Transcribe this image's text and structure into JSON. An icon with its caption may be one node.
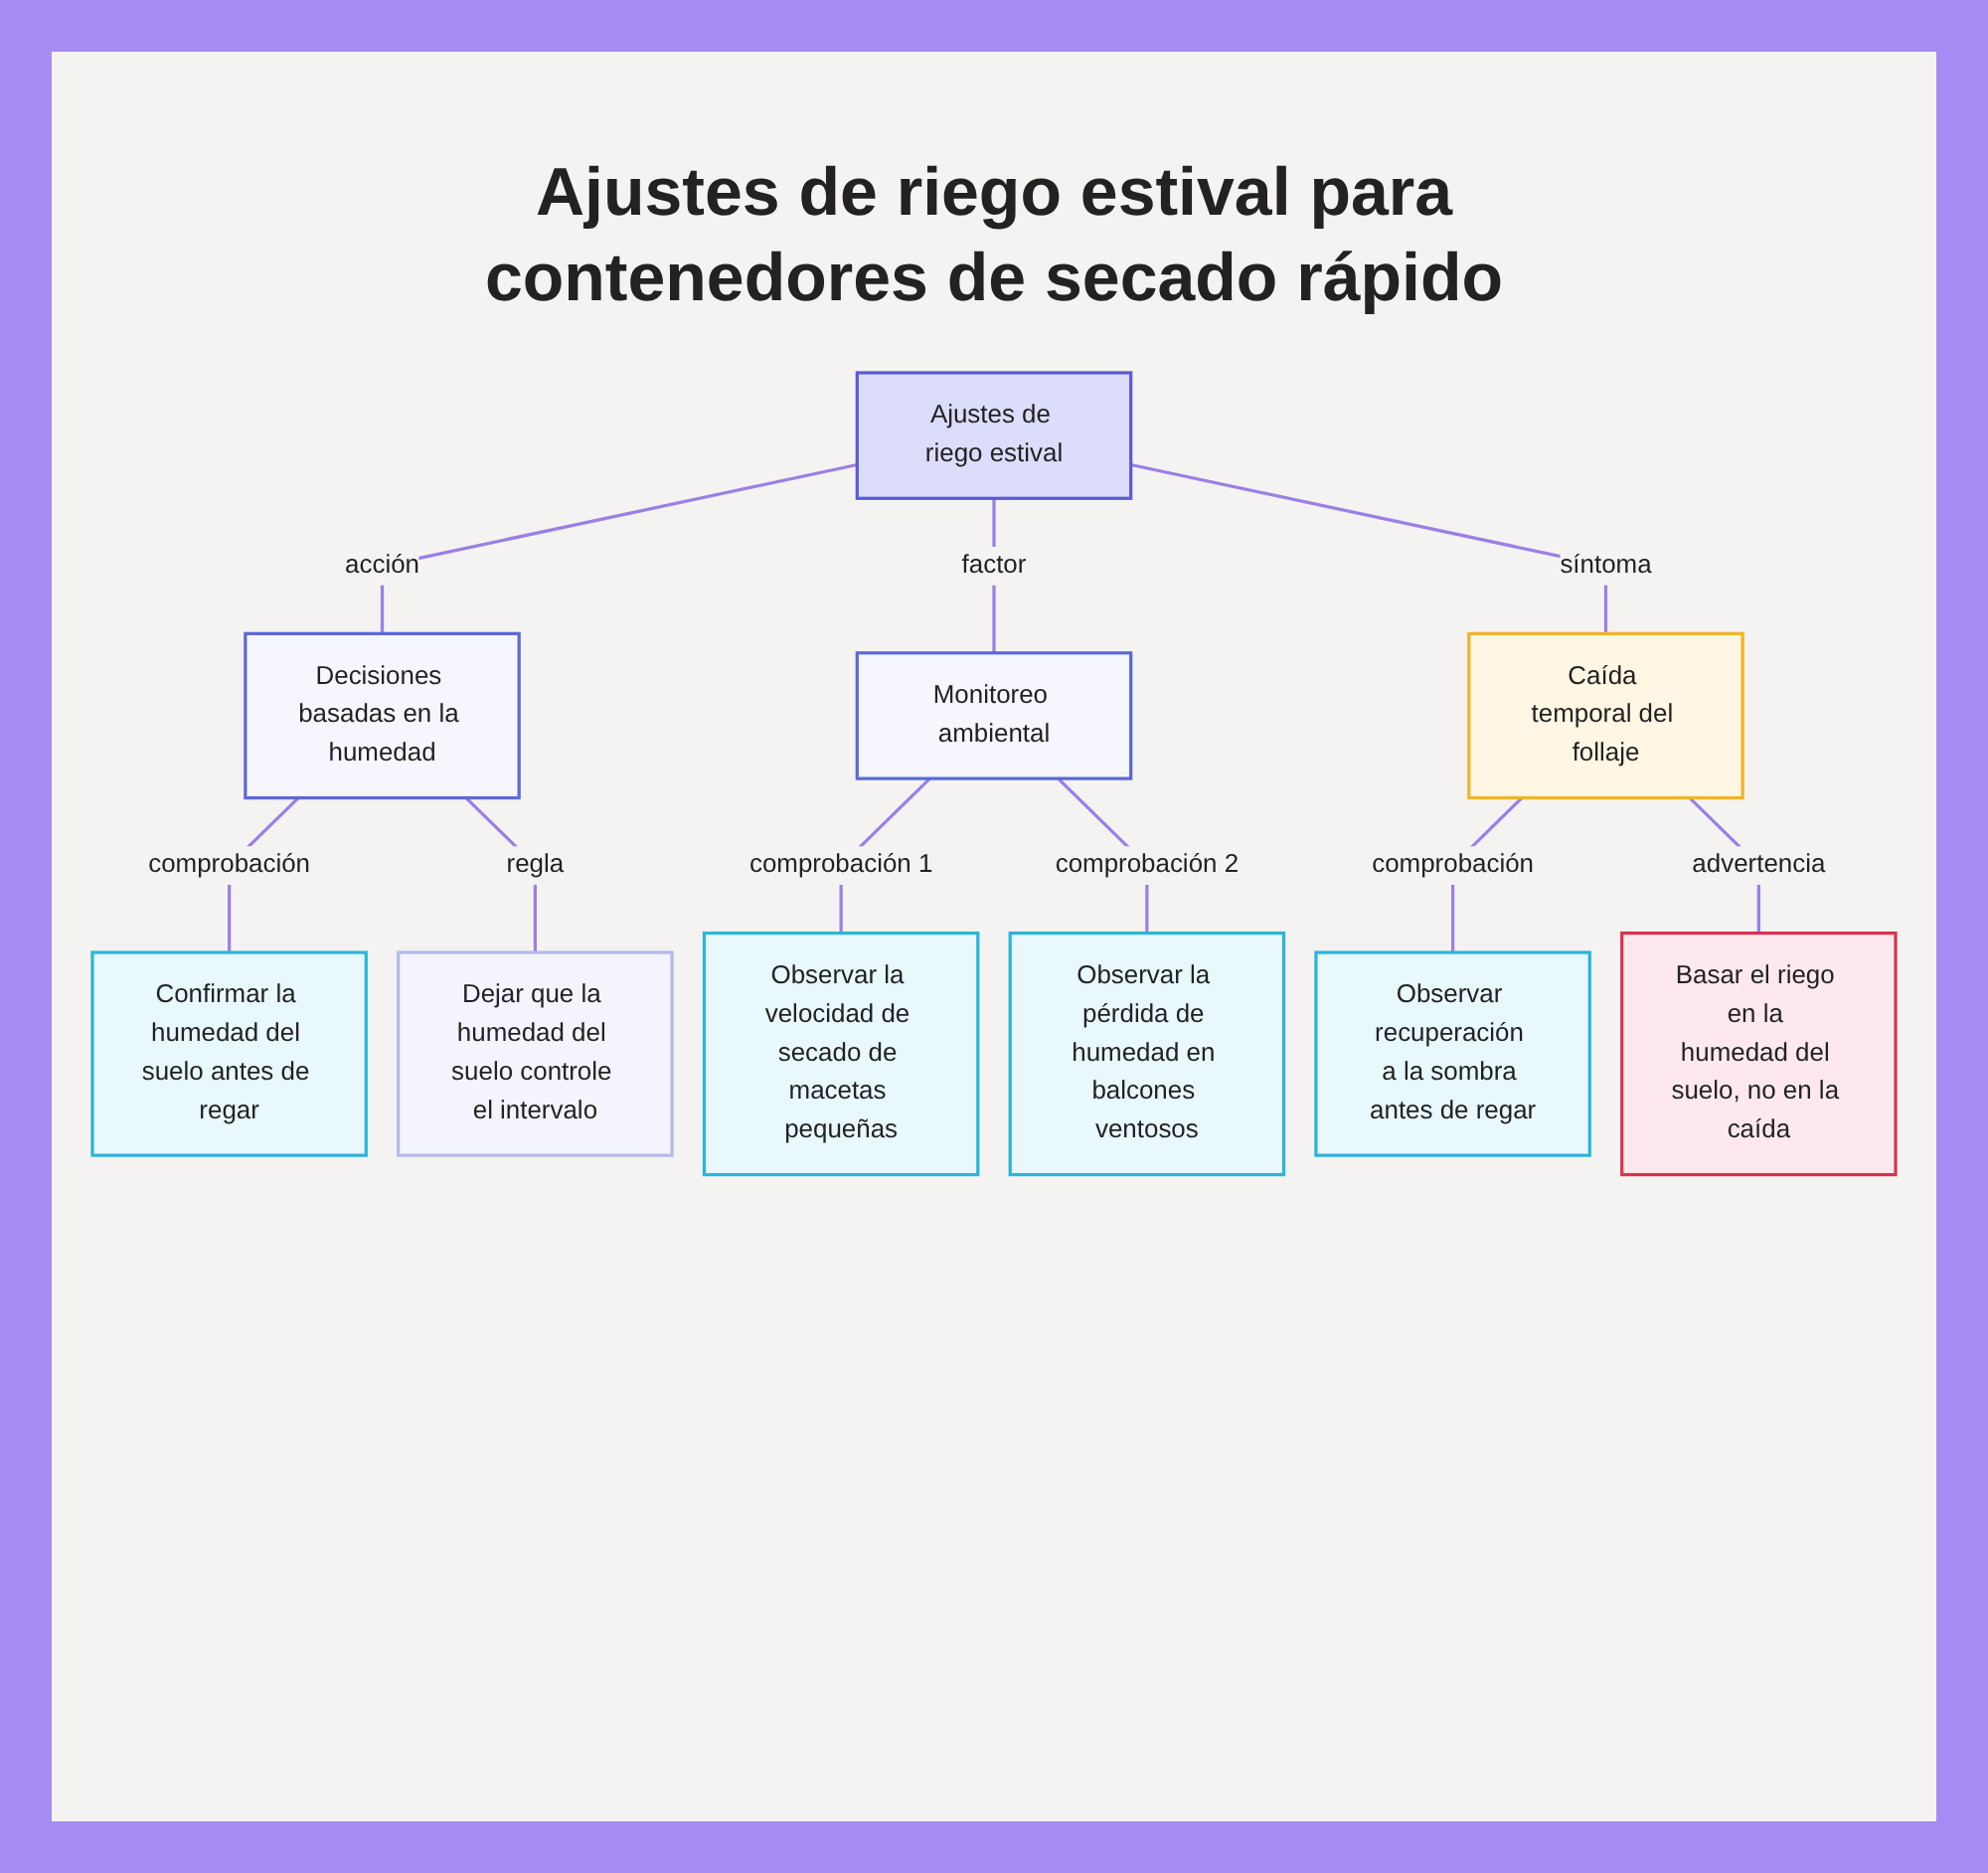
{
  "diagram": {
    "title": "Ajustes de riego estival para contenedores de secado rápido",
    "nodes": [
      {
        "text": [
          "Ajustes de riego estival"
        ]
      },
      {
        "text": [
          "Decisiones basadas en la humedad"
        ]
      },
      {
        "text": [
          "Monitoreo ambiental"
        ]
      },
      {
        "text": [
          "Caída temporal del follaje"
        ]
      },
      {
        "text": [
          "Confirmar la humedad del suelo antes de regar"
        ]
      },
      {
        "text": [
          "Dejar que la humedad del suelo controle el intervalo"
        ]
      },
      {
        "text": [
          "Observar la velocidad de secado de macetas pequeñas"
        ]
      },
      {
        "text": [
          "Observar la pérdida de humedad en balcones ventosos"
        ]
      },
      {
        "text": [
          "Observar recuperación a la sombra antes de regar"
        ]
      },
      {
        "text": [
          "Basar el riego en la humedad del suelo, no en la caída"
        ]
      }
    ],
    "edges": [
      {
        "from": 0,
        "to": 1,
        "arrow": "none",
        "label": "acción"
      },
      {
        "from": 0,
        "to": 2,
        "arrow": "none",
        "label": "factor"
      },
      {
        "from": 0,
        "to": 3,
        "arrow": "none",
        "label": "síntoma"
      },
      {
        "from": 1,
        "to": 4,
        "arrow": "none",
        "label": "comprobación"
      },
      {
        "from": 1,
        "to": 5,
        "arrow": "none",
        "label": "regla"
      },
      {
        "from": 2,
        "to": 6,
        "arrow": "none",
        "label": "comprobación 1"
      },
      {
        "from": 2,
        "to": 7,
        "arrow": "none",
        "label": "comprobación 2"
      },
      {
        "from": 3,
        "to": 8,
        "arrow": "none",
        "label": "comprobación"
      },
      {
        "from": 3,
        "to": 9,
        "arrow": "none",
        "label": "advertencia"
      }
    ]
  }
}
